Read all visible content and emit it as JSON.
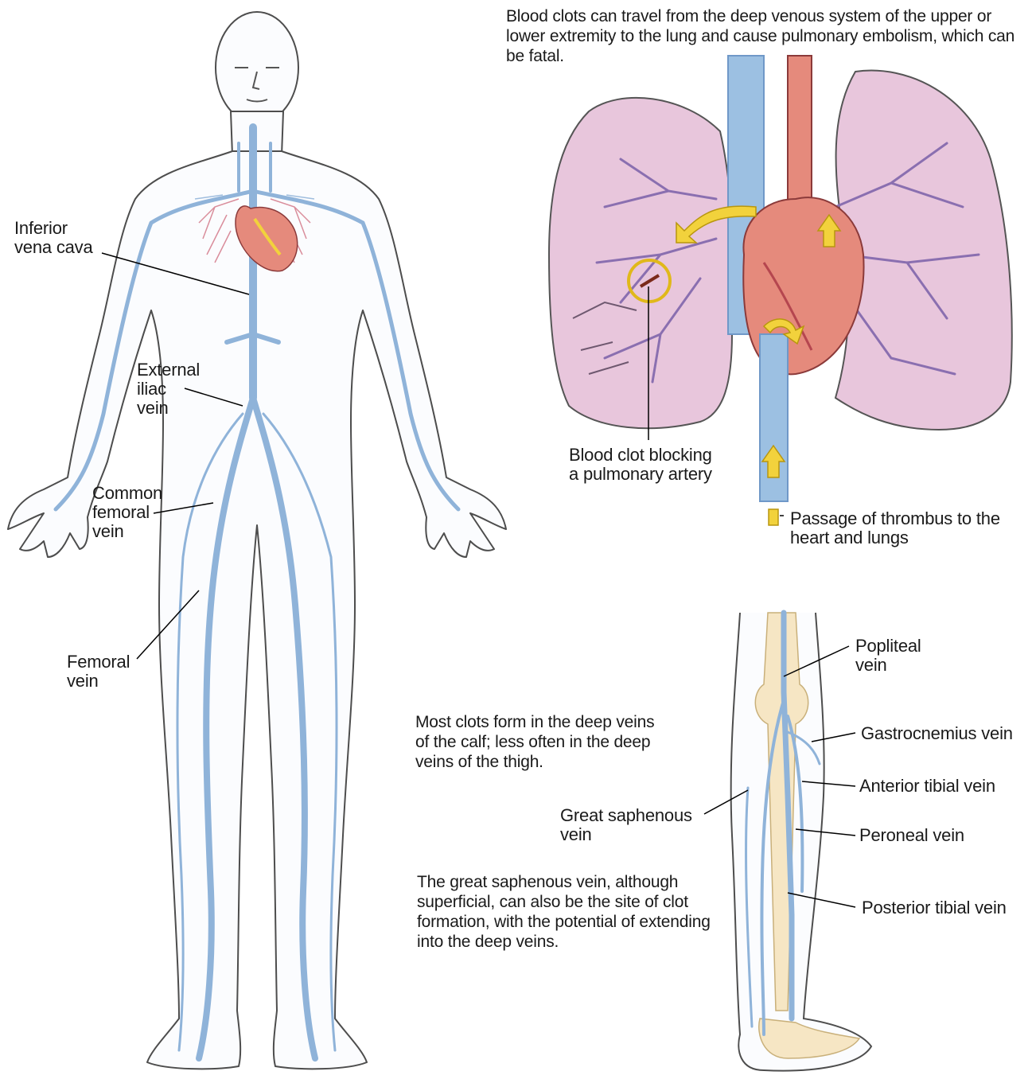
{
  "intro": "Blood clots can travel from the deep venous system of the upper or lower extremity to the lung and cause pulmonary embolism, which can be fatal.",
  "body_labels": {
    "inferior_vena_cava": "Inferior\nvena cava",
    "external_iliac_vein": "External\niliac\nvein",
    "common_femoral_vein": "Common\nfemoral\nvein",
    "femoral_vein": "Femoral\nvein"
  },
  "lung_labels": {
    "blood_clot": "Blood clot blocking\na pulmonary artery",
    "passage": "Passage of thrombus to the\nheart and lungs"
  },
  "leg_labels": {
    "popliteal_vein": "Popliteal\nvein",
    "gastrocnemius_vein": "Gastrocnemius vein",
    "anterior_tibial_vein": "Anterior tibial vein",
    "great_saphenous_vein": "Great saphenous\nvein",
    "peroneal_vein": "Peroneal vein",
    "posterior_tibial_vein": "Posterior tibial vein"
  },
  "notes": {
    "calf_note": "Most clots form in the deep veins of the calf; less often in the deep veins of the thigh.",
    "saphenous_note": "The great saphenous vein, although superficial, can also be the site of clot formation, with the potential of extending into the deep veins."
  },
  "colors": {
    "vein": "#8fb3d9",
    "vein_dark": "#6f98c8",
    "lung": "#e8c6dc",
    "lung_vessel": "#8a6fb0",
    "heart": "#e58a7c",
    "clot_ring": "#e0b81a",
    "arrow": "#f2d23c",
    "bone": "#f6e6c4",
    "outline": "#555555"
  }
}
